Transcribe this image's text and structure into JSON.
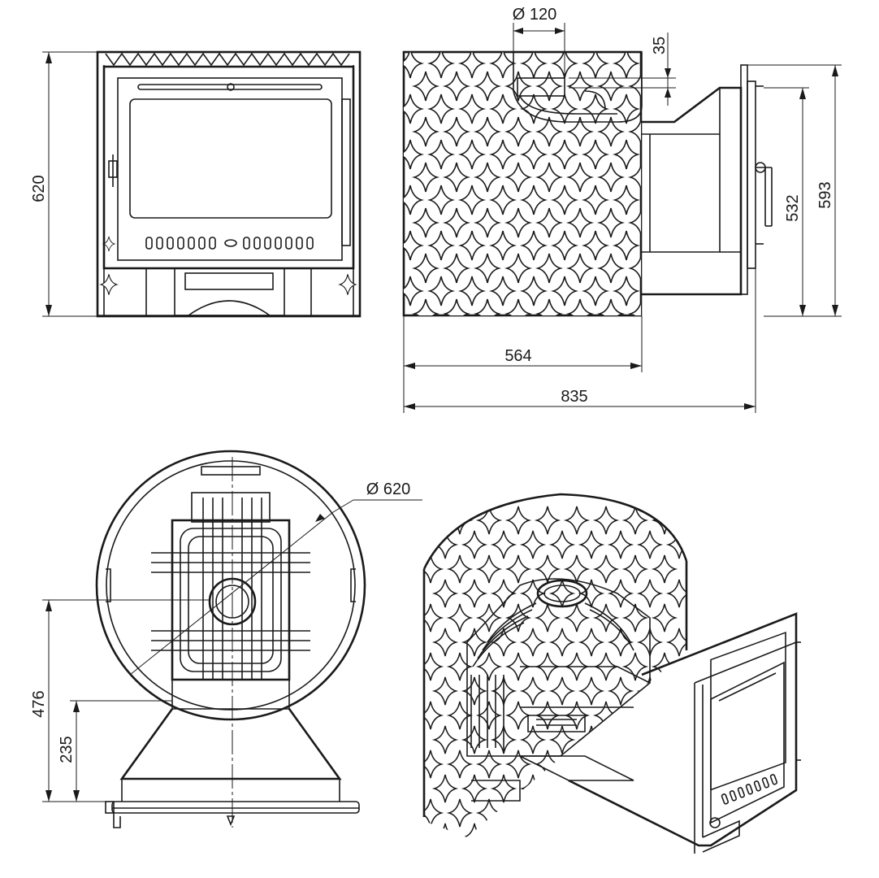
{
  "views": {
    "front": {
      "label": "front-view"
    },
    "side": {
      "label": "side-view"
    },
    "top": {
      "label": "top-view"
    },
    "iso": {
      "label": "cutaway-view"
    }
  },
  "dimensions": {
    "height_total": "620",
    "flue_diameter": "Ø 120",
    "flue_offset": "35",
    "tunnel_height_532": "532",
    "tunnel_height_593": "593",
    "depth_body": "564",
    "depth_total": "835",
    "body_diameter": "Ø 620",
    "center_height": "476",
    "tunnel_offset": "235"
  },
  "colors": {
    "line": "#1a1a1a",
    "background": "#ffffff"
  }
}
